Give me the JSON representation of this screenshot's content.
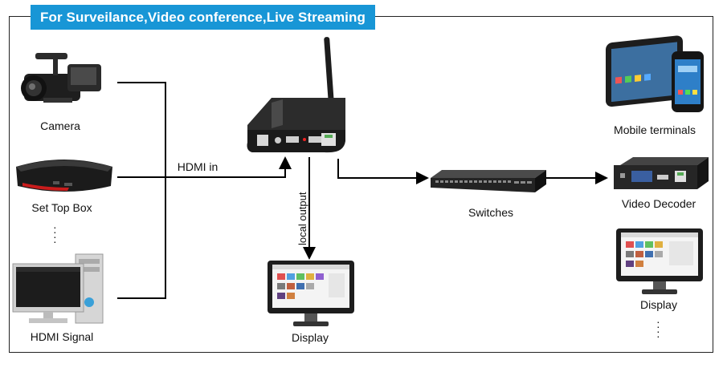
{
  "title": "For Surveilance,Video conference,Live Streaming",
  "sources": {
    "camera": "Camera",
    "set_top_box": "Set Top Box",
    "hdmi_signal": "HDMI Signal"
  },
  "link_labels": {
    "hdmi_in": "HDMI in",
    "local_output": "local output"
  },
  "outputs": {
    "display_local": "Display",
    "switches": "Switches",
    "mobile_terminals": "Mobile terminals",
    "video_decoder": "Video Decoder",
    "display_remote": "Display"
  },
  "colors": {
    "title_bg": "#1896d6",
    "title_text": "#ffffff",
    "line": "#000000"
  }
}
